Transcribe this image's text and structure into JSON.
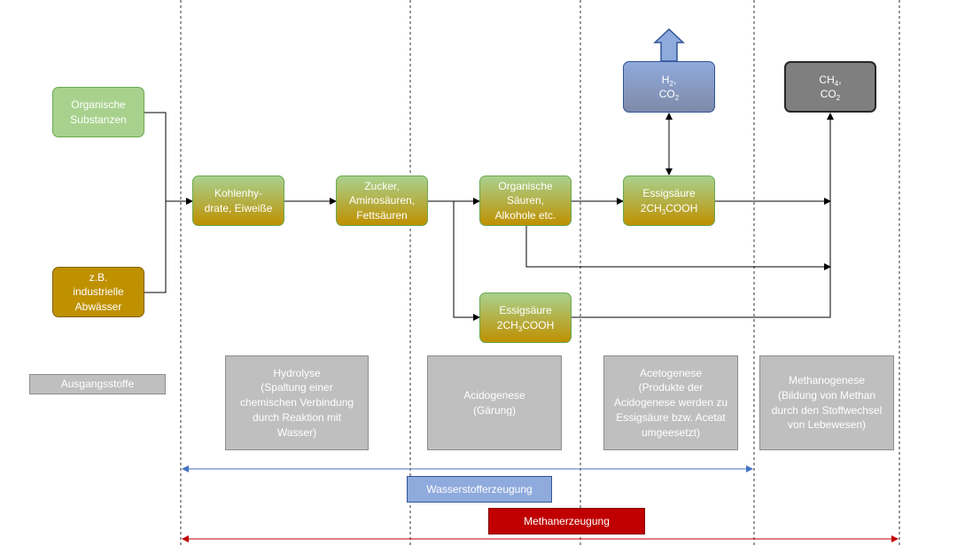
{
  "nodes": {
    "organische_substanzen": [
      "Organische",
      "Substanzen"
    ],
    "abwaesser": [
      "z.B.",
      "industrielle",
      "Abwässer"
    ],
    "kohlenhydrate": [
      "Kohlenhy-",
      "drate, Eiweiße"
    ],
    "zucker": [
      "Zucker,",
      "Aminosäuren,",
      "Fettsäuren"
    ],
    "organische_saeuren": [
      "Organische",
      "Säuren,",
      "Alkohole etc."
    ],
    "essigsaeure_top": {
      "name": "Essigsäure",
      "formula_pre": "2CH",
      "formula_sub": "3",
      "formula_post": "COOH"
    },
    "essigsaeure_bottom": {
      "name": "Essigsäure",
      "formula_pre": "2CH",
      "formula_sub": "3",
      "formula_post": "COOH"
    },
    "h2": {
      "l1_pre": "H",
      "l1_sub": "2",
      "l1_post": ",",
      "l2_pre": "CO",
      "l2_sub": "2"
    },
    "ch4": {
      "l1_pre": "CH",
      "l1_sub": "4",
      "l1_post": ",",
      "l2_pre": "CO",
      "l2_sub": "2"
    }
  },
  "phases": {
    "ausgangsstoffe": "Ausgangsstoffe",
    "hydrolyse": [
      "Hydrolyse",
      "(Spaltung einer",
      "chemischen Verbindung",
      "durch Reaktion mit",
      "Wasser)"
    ],
    "acidogenese": [
      "Acidogenese",
      "(Gärung)"
    ],
    "acetogenese": [
      "Acetogenese",
      "(Produkte der",
      "Acidogenese werden zu",
      "Essigsäure bzw. Acetat",
      "umgeesetzt)"
    ],
    "methanogenese": [
      "Methanogenese",
      "(Bildung von Methan",
      "durch den Stoffwechsel",
      "von Lebewesen)"
    ]
  },
  "bands": {
    "wasserstoff": "Wasserstofferzeugung",
    "methan": "Methanerzeugung"
  },
  "colors": {
    "green": "#a9d18e",
    "gold": "#bf9000",
    "blue": "#8faadc",
    "gray": "#bfbfbf",
    "dark": "#7f7f7f",
    "red": "#c00000"
  }
}
